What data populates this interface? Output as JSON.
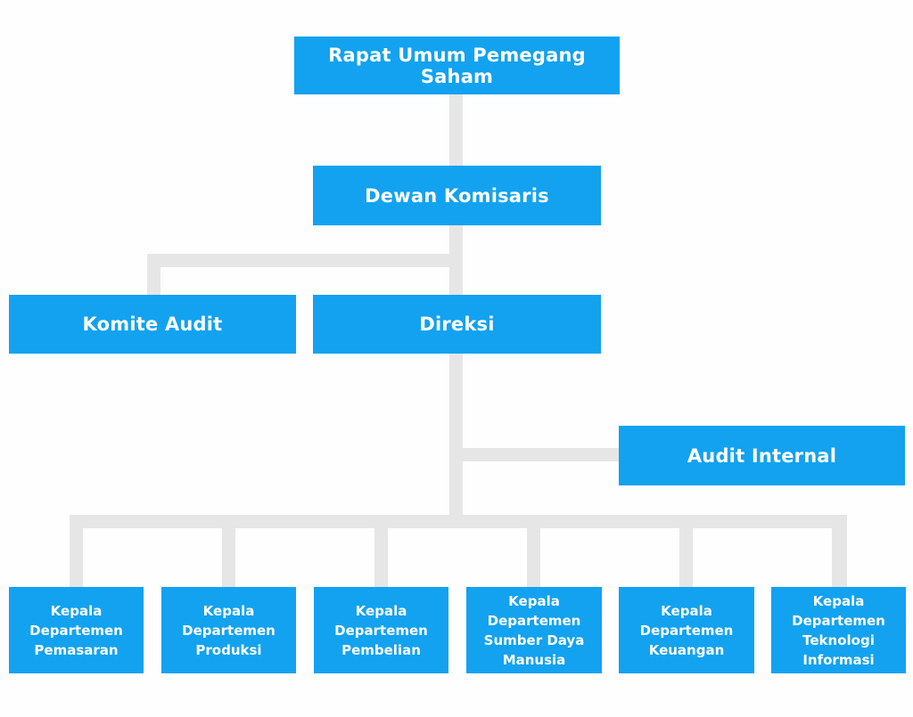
{
  "diagram": {
    "type": "org-chart",
    "colors": {
      "node_fill": "#12a2f0",
      "node_text": "#ffffff",
      "connector": "#e6e6e6",
      "background": "#fefefe"
    },
    "nodes": {
      "rups": {
        "label": "Rapat Umum Pemegang Saham",
        "level": 1
      },
      "dewan_komisaris": {
        "label": "Dewan Komisaris",
        "level": 2
      },
      "komite_audit": {
        "label": "Komite Audit",
        "level": 3
      },
      "direksi": {
        "label": "Direksi",
        "level": 3
      },
      "audit_internal": {
        "label": "Audit Internal",
        "level": 4
      },
      "dept_pemasaran": {
        "label": "Kepala Departemen Pemasaran",
        "level": 5
      },
      "dept_produksi": {
        "label": "Kepala Departemen Produksi",
        "level": 5
      },
      "dept_pembelian": {
        "label": "Kepala Departemen Pembelian",
        "level": 5
      },
      "dept_sdm": {
        "label": "Kepala Departemen Sumber Daya Manusia",
        "level": 5
      },
      "dept_keuangan": {
        "label": "Kepala Departemen Keuangan",
        "level": 5
      },
      "dept_ti": {
        "label": "Kepala Departemen Teknologi Informasi",
        "level": 5
      }
    },
    "edges": [
      {
        "from": "rups",
        "to": "dewan_komisaris"
      },
      {
        "from": "dewan_komisaris",
        "to": "komite_audit"
      },
      {
        "from": "dewan_komisaris",
        "to": "direksi"
      },
      {
        "from": "direksi",
        "to": "audit_internal"
      },
      {
        "from": "direksi",
        "to": "dept_pemasaran"
      },
      {
        "from": "direksi",
        "to": "dept_produksi"
      },
      {
        "from": "direksi",
        "to": "dept_pembelian"
      },
      {
        "from": "direksi",
        "to": "dept_sdm"
      },
      {
        "from": "direksi",
        "to": "dept_keuangan"
      },
      {
        "from": "direksi",
        "to": "dept_ti"
      }
    ]
  }
}
